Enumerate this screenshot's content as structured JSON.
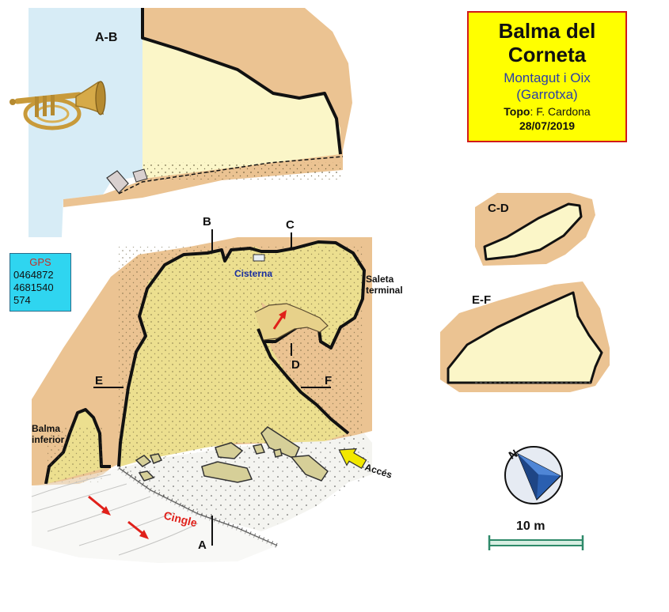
{
  "title": {
    "name_line1": "Balma del",
    "name_line2": "Corneta",
    "place": "Montagut i Oix",
    "region": "(Garrotxa)",
    "topo_label": "Topo",
    "topo_author": ": F. Cardona",
    "date": "28/07/2019"
  },
  "gps": {
    "label": "GPS",
    "lines": [
      "0464872",
      "4681540",
      "574"
    ]
  },
  "sections": {
    "ab": "A-B",
    "cd": "C-D",
    "ef": "E-F"
  },
  "plan_labels": {
    "a": "A",
    "b": "B",
    "c": "C",
    "d": "D",
    "e": "E",
    "f": "F",
    "cisterna": "Cisterna",
    "saleta_1": "Saleta",
    "saleta_2": "terminal",
    "balma_1": "Balma",
    "balma_2": "inferior",
    "acces": "Accés",
    "cingle": "Cingle"
  },
  "compass": {
    "north_letter": "N"
  },
  "scale": {
    "label": "10 m"
  },
  "colors": {
    "rock_beige": "#ebc392",
    "cave_floor_yellow": "#ecdf8f",
    "section_fill": "#fbf6c8",
    "sky_blue": "#d7ecf6",
    "title_bg": "#ffff00",
    "title_border": "#d11a1a",
    "gps_bg": "#2fd5f0",
    "scale_green": "#2f8a6a",
    "arrow_red": "#e0201a",
    "acces_arrow": "#f2e800",
    "compass_blue": "#2a5fb0",
    "cisterna_text": "#1a2fa0"
  }
}
